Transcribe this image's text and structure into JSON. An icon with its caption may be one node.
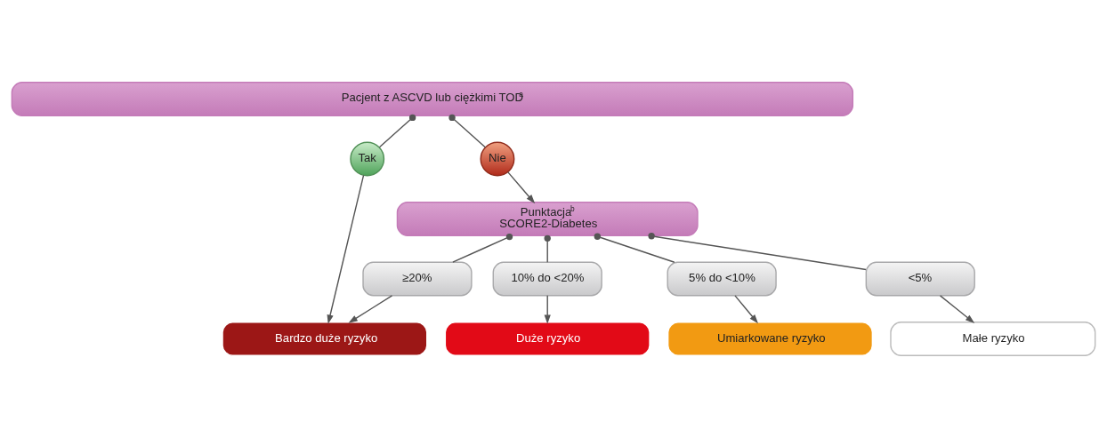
{
  "diagram": {
    "nodes": [
      {
        "text": [
          "Pacjent z ASCVD lub ciężkimi TOD$^{a}$"
        ]
      },
      {
        "text": [
          "Tak"
        ]
      },
      {
        "text": [
          "Nie"
        ]
      },
      {
        "text": [
          "Punktacja$^{b}$",
          "SCORE2-Diabetes"
        ]
      },
      {
        "text": [
          "≥20%"
        ]
      },
      {
        "text": [
          "10% do <20%"
        ]
      },
      {
        "text": [
          "5% do <10%"
        ]
      },
      {
        "text": [
          "<5%"
        ]
      },
      {
        "text": [
          "Bardzo duże ryzyko"
        ]
      },
      {
        "text": [
          "Duże ryzyko"
        ]
      },
      {
        "text": [
          "Umiarkowane ryzyko"
        ]
      },
      {
        "text": [
          "Małe ryzyko"
        ]
      }
    ],
    "edges": [
      {
        "from": 0,
        "to": 1,
        "arrow": "other"
      },
      {
        "from": 1,
        "to": 8,
        "arrow": "to"
      },
      {
        "from": 0,
        "to": 2,
        "arrow": "other"
      },
      {
        "from": 2,
        "to": 3,
        "arrow": "to"
      },
      {
        "from": 3,
        "to": 4,
        "arrow": "other"
      },
      {
        "from": 4,
        "to": 8,
        "arrow": "to"
      },
      {
        "from": 3,
        "to": 5,
        "arrow": "other"
      },
      {
        "from": 5,
        "to": 9,
        "arrow": "to"
      },
      {
        "from": 3,
        "to": 6,
        "arrow": "other"
      },
      {
        "from": 6,
        "to": 10,
        "arrow": "to"
      },
      {
        "from": 3,
        "to": 7,
        "arrow": "other"
      },
      {
        "from": 7,
        "to": 11,
        "arrow": "to"
      }
    ]
  }
}
